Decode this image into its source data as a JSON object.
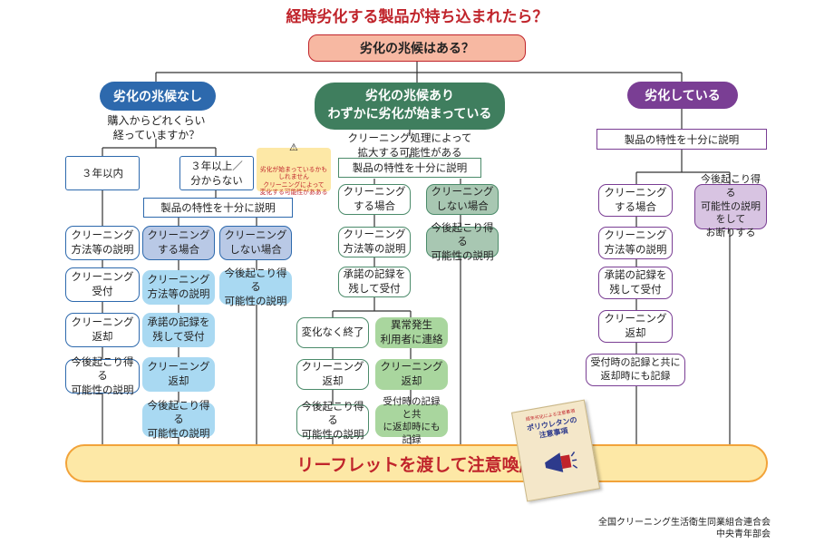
{
  "title": "経時劣化する製品が持ち込まれたら？",
  "question": "劣化の兆候はある？",
  "colors": {
    "red": "#c0242b",
    "blue": "#2d69ad",
    "green": "#3f7e5e",
    "purple": "#7a3e94",
    "salmon": "#f7b8a2",
    "yellow": "#fde8a6",
    "orange": "#f2a33a"
  },
  "left": {
    "header": "劣化の兆候なし",
    "question": "購入からどれくらい\n経っていますか？",
    "within3": "３年以内",
    "over3": "３年以上／\n分からない",
    "explain": "製品の特性を十分に説明",
    "warning": "劣化が始まっているかも\nしれません\nクリーニングによって\n変化する可能性があある",
    "col1": [
      "クリーニング\n方法等の説明",
      "クリーニング\n受付",
      "クリーニング\n返却",
      "今後起こり得る\n可能性の説明"
    ],
    "col2": [
      "クリーニング\nする場合",
      "クリーニング\n方法等の説明",
      "承諾の記録を\n残して受付",
      "クリーニング\n返却",
      "今後起こり得る\n可能性の説明"
    ],
    "col3": [
      "クリーニング\nしない場合",
      "今後起こり得る\n可能性の説明"
    ]
  },
  "center": {
    "header": "劣化の兆候あり\nわずかに劣化が始まっている",
    "note": "クリーニング処理によって\n拡大する可能性がある",
    "explain": "製品の特性を十分に説明",
    "clean": [
      "クリーニング\nする場合",
      "クリーニング\n方法等の説明",
      "承諾の記録を\n残して受付"
    ],
    "no_clean": [
      "クリーニング\nしない場合",
      "今後起こり得る\n可能性の説明"
    ],
    "ok_branch": [
      "変化なく終了",
      "クリーニング\n返却",
      "今後起こり得る\n可能性の説明"
    ],
    "ng_branch": [
      "異常発生\n利用者に連絡",
      "クリーニング\n返却",
      "受付時の記録と共\nに返却時にも記録"
    ]
  },
  "right": {
    "header": "劣化している",
    "explain": "製品の特性を十分に説明",
    "clean": [
      "クリーニング\nする場合",
      "クリーニング\n方法等の説明",
      "承諾の記録を\n残して受付",
      "クリーニング\n返却",
      "受付時の記録と共に\n返却時にも記録"
    ],
    "refuse": "今後起こり得る\n可能性の説明をして\nお断りする"
  },
  "bottom_bar": "リーフレットを渡して注意喚起",
  "leaflet": {
    "small": "経年劣化による注意事項",
    "title": "ポリウレタンの\n注意事項"
  },
  "footer": [
    "全国クリーニング生活衛生同業組合連合会",
    "中央青年部会"
  ]
}
